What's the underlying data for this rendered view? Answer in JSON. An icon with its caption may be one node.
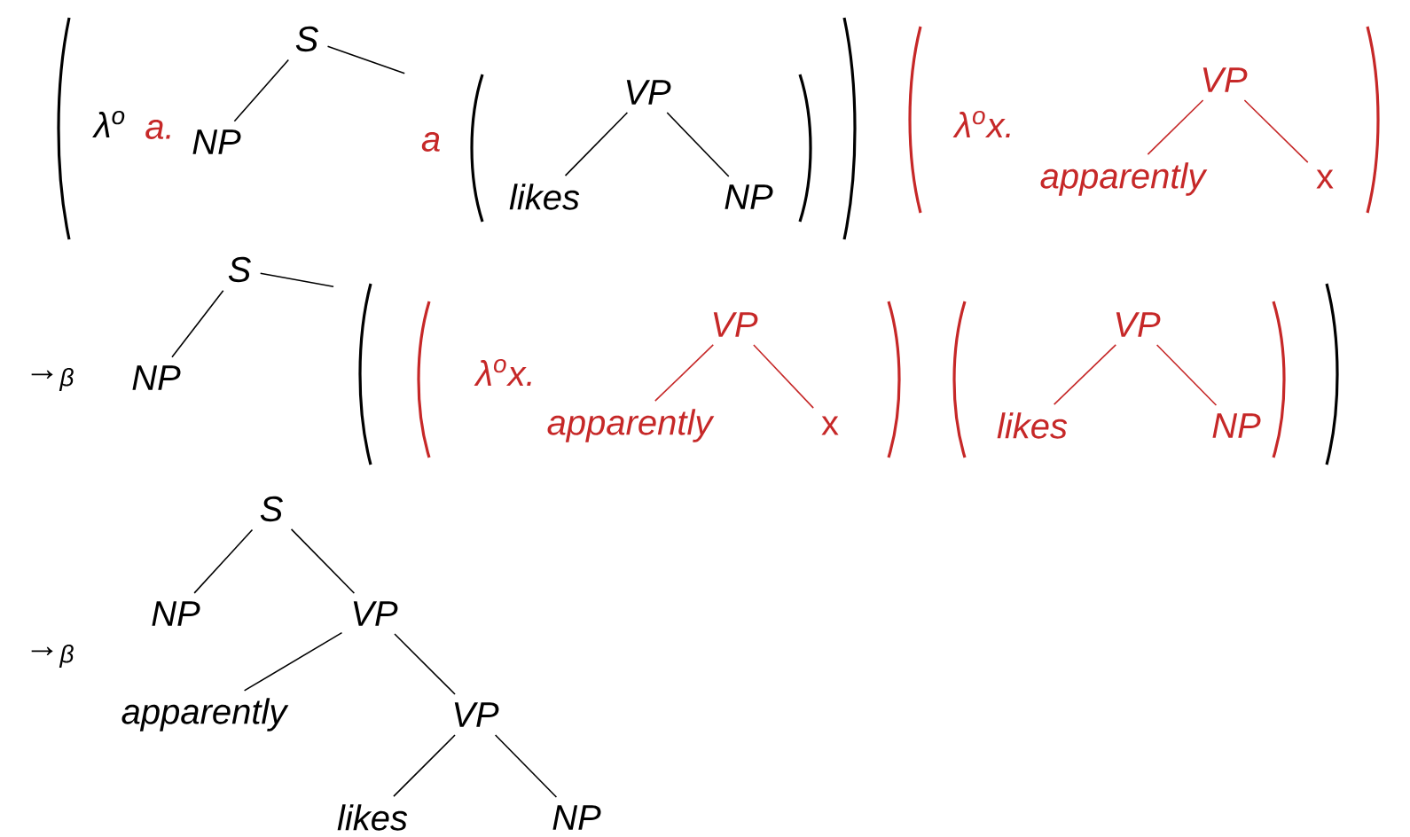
{
  "diagram": {
    "nodes": [
      {
        "text": [
          "S"
        ]
      },
      {
        "text": [
          "NP"
        ]
      },
      {
        "text": [
          "VP"
        ]
      },
      {
        "text": [
          "likes"
        ]
      },
      {
        "text": [
          "NP"
        ]
      },
      {
        "text": [
          "VP"
        ]
      },
      {
        "text": [
          "apparently"
        ]
      },
      {
        "text": [
          "x"
        ]
      },
      {
        "text": [
          "S"
        ]
      },
      {
        "text": [
          "NP"
        ]
      },
      {
        "text": [
          "VP"
        ]
      },
      {
        "text": [
          "apparently"
        ]
      },
      {
        "text": [
          "x"
        ]
      },
      {
        "text": [
          "VP"
        ]
      },
      {
        "text": [
          "likes"
        ]
      },
      {
        "text": [
          "NP"
        ]
      },
      {
        "text": [
          "S"
        ]
      },
      {
        "text": [
          "NP"
        ]
      },
      {
        "text": [
          "VP"
        ]
      },
      {
        "text": [
          "apparently"
        ]
      },
      {
        "text": [
          "VP"
        ]
      },
      {
        "text": [
          "likes"
        ]
      },
      {
        "text": [
          "NP"
        ]
      }
    ],
    "edges": [
      {
        "from": 0,
        "to": 1,
        "arrow": "none"
      },
      {
        "from": 0,
        "to": null,
        "arrow": "none"
      },
      {
        "from": 2,
        "to": 3,
        "arrow": "none"
      },
      {
        "from": 2,
        "to": 4,
        "arrow": "none"
      },
      {
        "from": 5,
        "to": 6,
        "arrow": "none",
        "color": "#c62828"
      },
      {
        "from": 5,
        "to": 7,
        "arrow": "none",
        "color": "#c62828"
      },
      {
        "from": 8,
        "to": 9,
        "arrow": "none"
      },
      {
        "from": 8,
        "to": null,
        "arrow": "none"
      },
      {
        "from": 10,
        "to": 11,
        "arrow": "none",
        "color": "#c62828"
      },
      {
        "from": 10,
        "to": 12,
        "arrow": "none",
        "color": "#c62828"
      },
      {
        "from": 13,
        "to": 14,
        "arrow": "none",
        "color": "#c62828"
      },
      {
        "from": 13,
        "to": 15,
        "arrow": "none",
        "color": "#c62828"
      },
      {
        "from": 16,
        "to": 17,
        "arrow": "none"
      },
      {
        "from": 16,
        "to": 18,
        "arrow": "none"
      },
      {
        "from": 18,
        "to": 19,
        "arrow": "none"
      },
      {
        "from": 18,
        "to": 20,
        "arrow": "none"
      },
      {
        "from": 20,
        "to": 21,
        "arrow": "none"
      },
      {
        "from": 20,
        "to": 22,
        "arrow": "none"
      }
    ],
    "labels": [
      "λ$^{o}$",
      "a.",
      "a",
      "λ$^{o}$x.",
      "→$_{β}$",
      "λ$^{o}$x.",
      "→$_{β}$"
    ]
  }
}
